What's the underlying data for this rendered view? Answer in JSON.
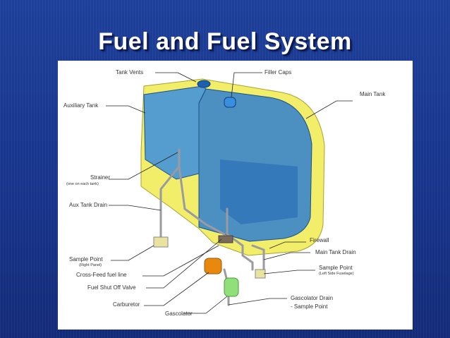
{
  "title": "Fuel and Fuel System",
  "labels": {
    "tank_vents": "Tank Vents",
    "filler_caps": "Filler Caps",
    "main_tank": "Main Tank",
    "auxiliary_tank": "Auxiliary Tank",
    "strainer": "Strainer",
    "strainer_sub": "(one on each tank)",
    "aux_tank_drain": "Aux Tank Drain",
    "firewall": "Firewall",
    "main_tank_drain": "Main Tank Drain",
    "sample_point_right": "Sample Point",
    "sample_point_right_sub": "(Right Panel)",
    "sample_point_left": "Sample Point",
    "sample_point_left_sub": "(Left Side Fuselage)",
    "cross_feed": "Cross-Feed fuel line",
    "fuel_shut_off": "Fuel Shut Off Valve",
    "carburetor": "Carburetor",
    "gascolator": "Gascolator",
    "gascolator_drain_1": "Gascolator Drain",
    "gascolator_drain_2": "- Sample Point"
  },
  "colors": {
    "background": "#17338a",
    "tank_yellow": "#f2ee6a",
    "tank_blue": "#2f7fd0",
    "pipe": "#9a9aa0",
    "carburetor": "#e8890e",
    "gascolator": "#8fe07a"
  }
}
